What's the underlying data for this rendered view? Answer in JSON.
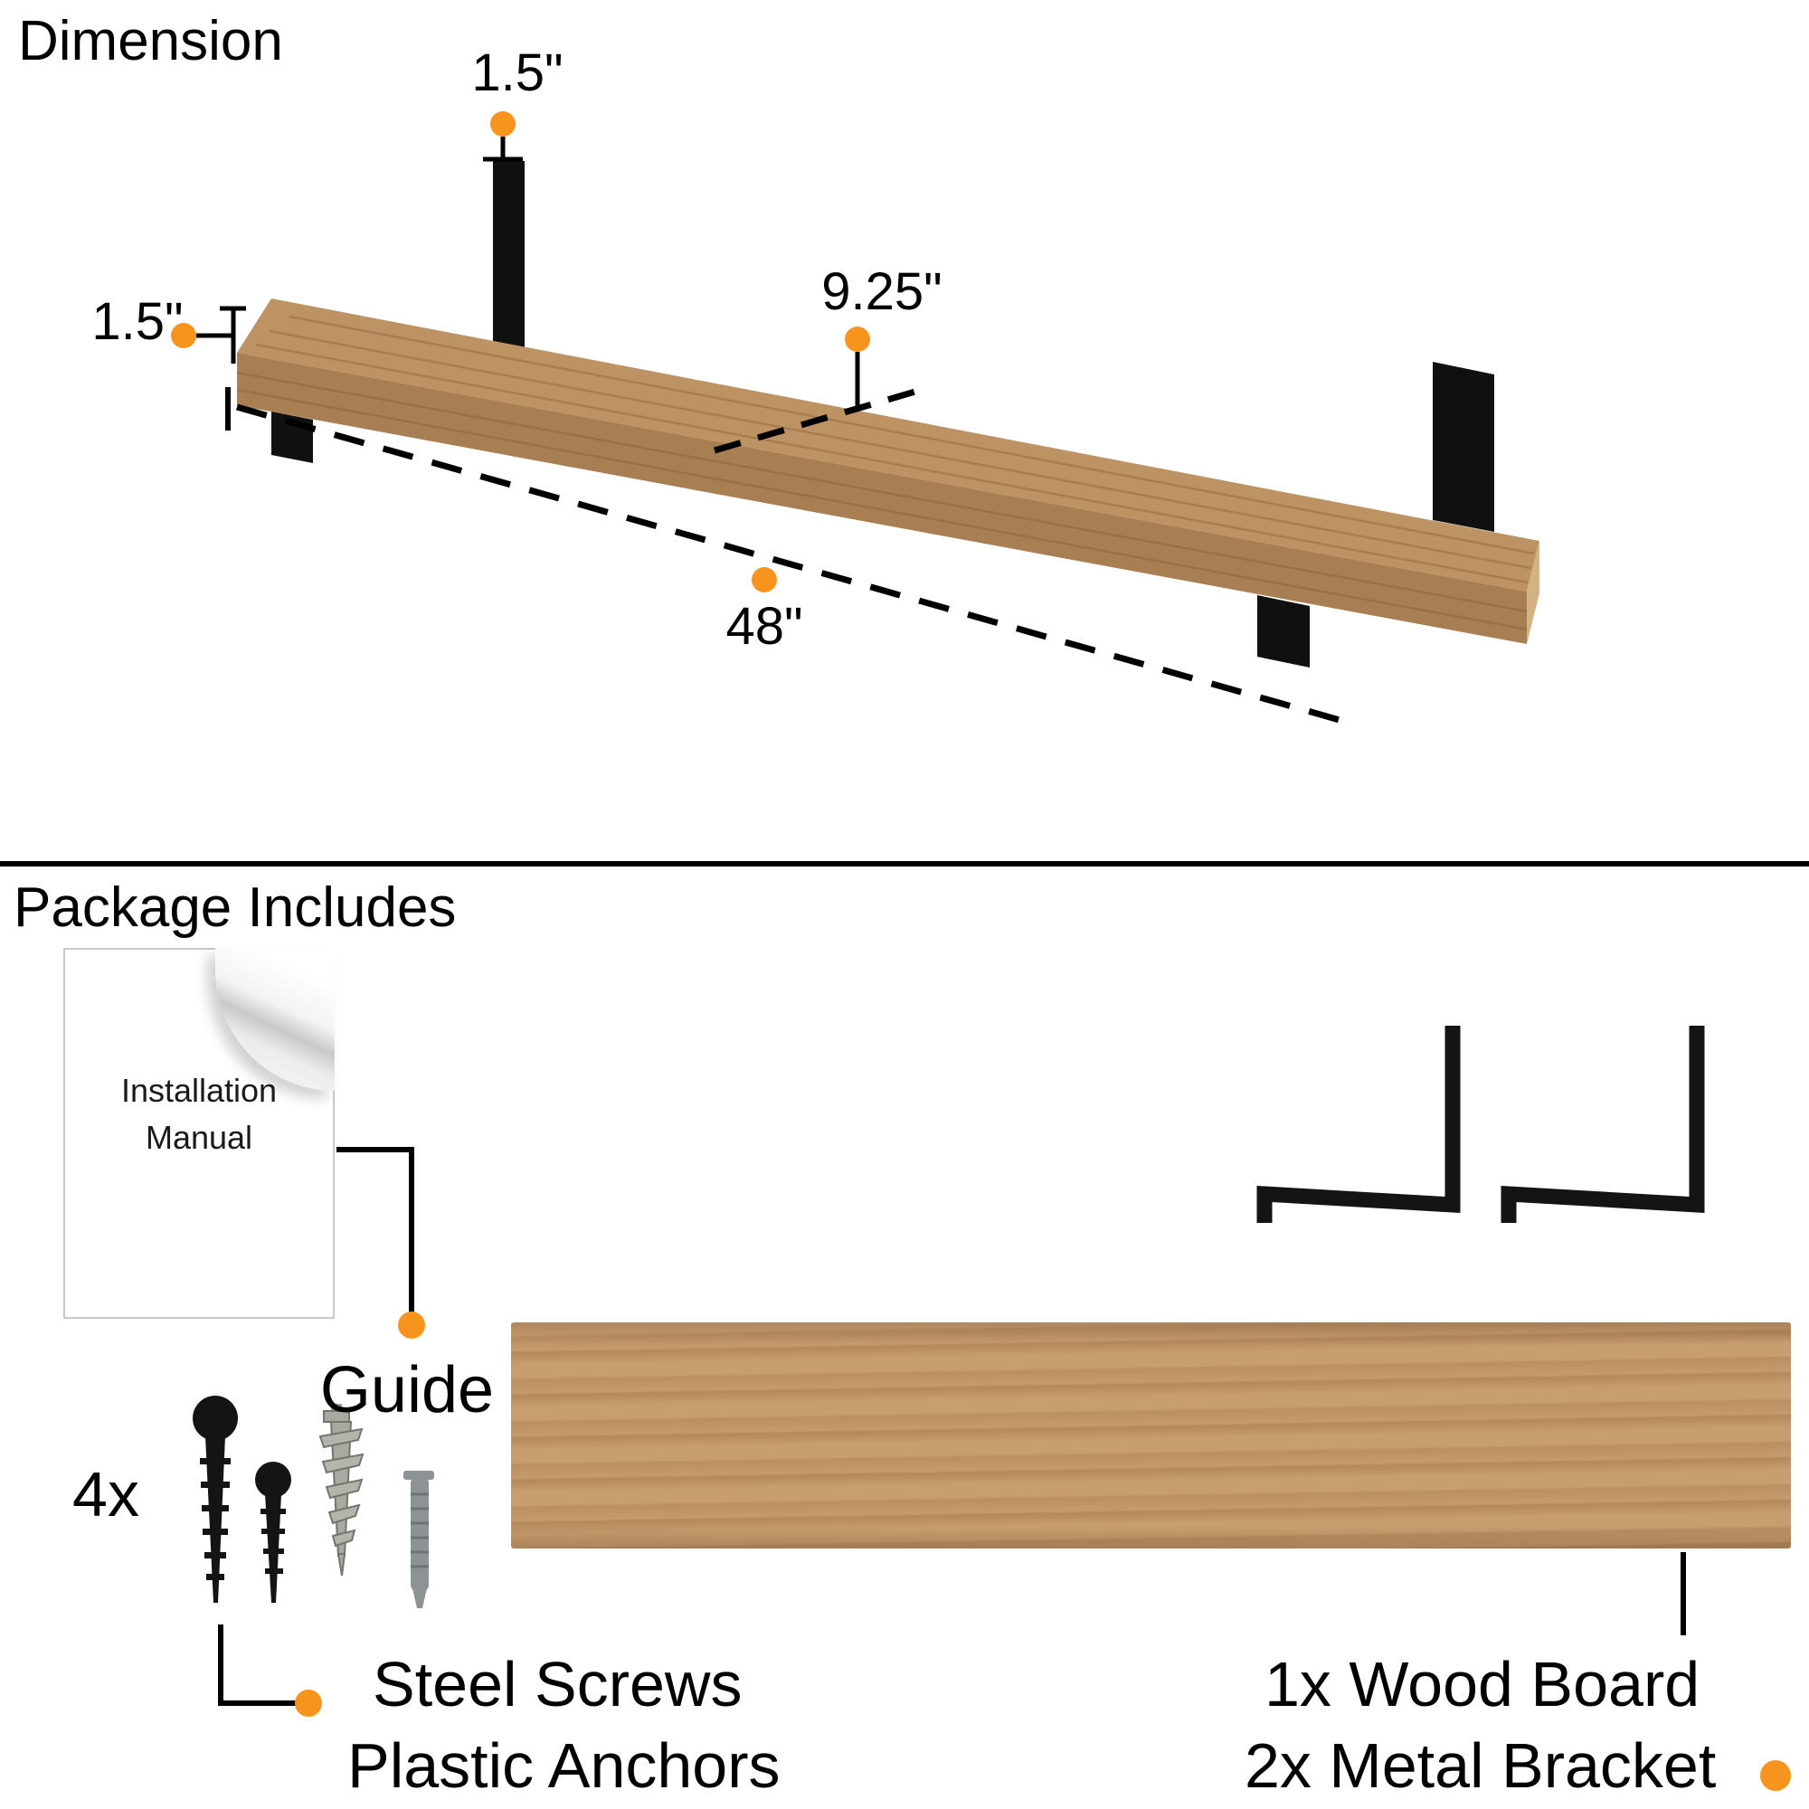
{
  "colors": {
    "accent": "#F7941D",
    "wood_top": "#BE9364",
    "wood_front": "#A87F53",
    "wood_end": "#D5B284",
    "black": "#000000"
  },
  "dimension": {
    "title": "Dimension",
    "bracket_height_label": "1.5\"",
    "thickness_label": "1.5\"",
    "depth_label": "9.25\"",
    "length_label": "48\""
  },
  "package": {
    "title": "Package Includes",
    "manual_title_line1": "Installation",
    "manual_title_line2": "Manual",
    "guide_label": "Guide",
    "screws_qty": "4x",
    "labels": {
      "screws": "Steel Screws",
      "anchors": "Plastic Anchors",
      "board": "1x Wood Board",
      "bracket": "2x Metal Bracket"
    }
  }
}
